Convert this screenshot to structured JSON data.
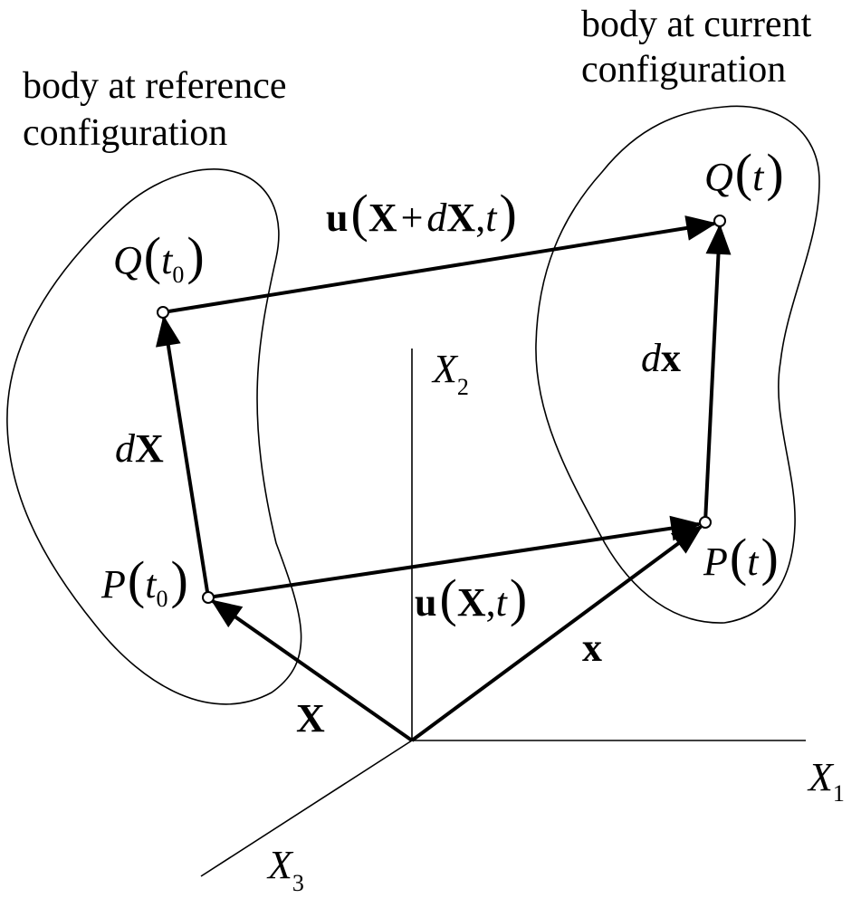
{
  "captions": {
    "reference_line1": "body at reference",
    "reference_line2": "configuration",
    "current_line1": "body at current",
    "current_line2": "configuration"
  },
  "axes": {
    "x1": {
      "symbol": "X",
      "subscript": "1"
    },
    "x2": {
      "symbol": "X",
      "subscript": "2"
    },
    "x3": {
      "symbol": "X",
      "subscript": "3"
    }
  },
  "points": {
    "q_ref": {
      "name": "Q",
      "arg": "t",
      "arg_sub": "0"
    },
    "p_ref": {
      "name": "P",
      "arg": "t",
      "arg_sub": "0"
    },
    "q_cur": {
      "name": "Q",
      "arg": "t"
    },
    "p_cur": {
      "name": "P",
      "arg": "t"
    }
  },
  "vectors": {
    "dX": {
      "d": "d",
      "sym": "X"
    },
    "dx": {
      "d": "d",
      "sym": "x"
    },
    "X": "X",
    "x": "x",
    "u_top": {
      "u": "u",
      "X": "X",
      "plus": "+",
      "d": "d",
      "dX": "X",
      "comma": ",",
      "t": "t"
    },
    "u_bottom": {
      "u": "u",
      "X": "X",
      "comma": ",",
      "t": "t"
    }
  }
}
